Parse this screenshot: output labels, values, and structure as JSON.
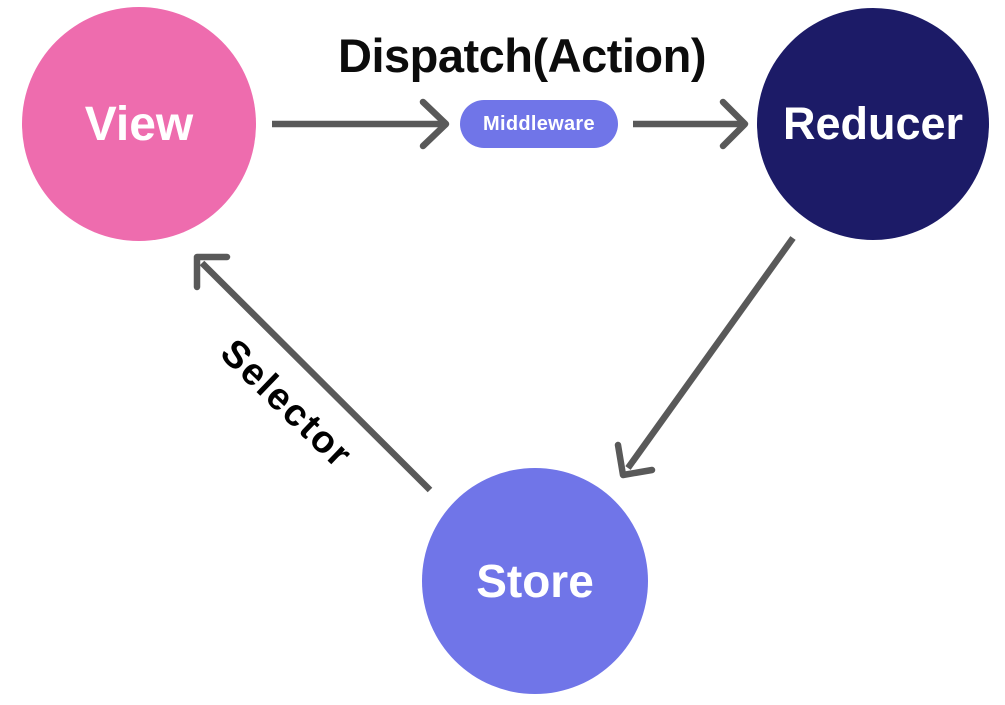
{
  "diagram": {
    "background": "#ffffff",
    "arrow_color": "#595959",
    "title": {
      "text": "Dispatch(Action)",
      "color": "#0c0c0c"
    },
    "nodes": {
      "view": {
        "label": "View",
        "shape": "circle",
        "color": "#ee6cae",
        "text_color": "#ffffff"
      },
      "middleware": {
        "label": "Middleware",
        "shape": "pill",
        "color": "#7075e8",
        "text_color": "#ffffff"
      },
      "reducer": {
        "label": "Reducer",
        "shape": "circle",
        "color": "#1c1b67",
        "text_color": "#ffffff"
      },
      "store": {
        "label": "Store",
        "shape": "circle",
        "color": "#7075e8",
        "text_color": "#ffffff"
      }
    },
    "edges": [
      {
        "from": "View",
        "to": "Middleware",
        "label": ""
      },
      {
        "from": "Middleware",
        "to": "Reducer",
        "label": ""
      },
      {
        "from": "Reducer",
        "to": "Store",
        "label": ""
      },
      {
        "from": "Store",
        "to": "View",
        "label": "Selector"
      }
    ],
    "selector_label_color": "#000000"
  }
}
